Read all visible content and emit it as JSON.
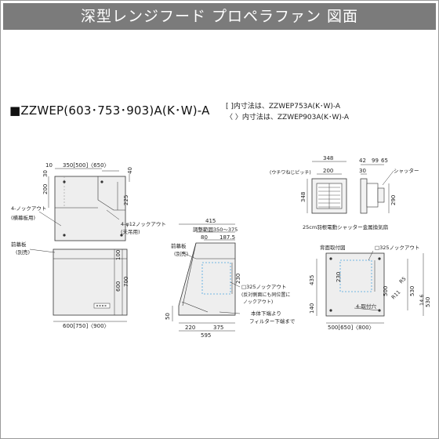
{
  "header": {
    "title": "深型レンジフード プロペラファン 図面"
  },
  "model": {
    "title": "■ZZWEP(603･753･903)A(K･W)-A",
    "note_bracket": "[ ]内寸法は、ZZWEP753A(K･W)-A",
    "note_paren": "〈 〉内寸法は、ZZWEP903A(K･W)-A"
  },
  "top_view": {
    "dims": {
      "d10": "10",
      "d350": "350[500]〈650〉",
      "d40": "40",
      "d200": "200",
      "d30": "30",
      "d225": "225"
    },
    "labels": {
      "knockout4": "4-ノックアウト",
      "knockout4_sub": "(横幕板用)",
      "knockout12": "4-φ12ノックアウト",
      "knockout12_sub": "(天吊用)"
    }
  },
  "front_view": {
    "dims": {
      "d100": "100",
      "d600": "600",
      "d700": "700",
      "width": "600[750]〈900〉"
    },
    "labels": {
      "maku": "前幕板",
      "maku_sub": "(別売)"
    }
  },
  "side_view": {
    "dims": {
      "d415": "415",
      "range": "調整範囲350〜375",
      "d80": "80",
      "d1875": "187.5",
      "d230": "230",
      "d50": "50",
      "d220": "220",
      "d375": "375",
      "d595": "595"
    },
    "labels": {
      "maku": "前幕板",
      "maku_sub": "(別売)",
      "ko325": "□325ノックアウト",
      "ko325_sub1": "(反対側面にも同位置に",
      "ko325_sub2": "ノックアウト)",
      "filter1": "本体下端より",
      "filter2": "フィルター下端まで"
    }
  },
  "fan_view": {
    "dims": {
      "d348w": "348",
      "d200": "200",
      "d348h": "348"
    },
    "labels": {
      "pitch": "(ウチワねじピッチ)",
      "caption": "25cm羽根電動シャッター金属換気扇"
    }
  },
  "shutter_view": {
    "dims": {
      "d42": "42",
      "d99": "99",
      "d65": "65",
      "d30": "30",
      "d290": "290"
    },
    "labels": {
      "shutter": "シャッター"
    }
  },
  "back_view": {
    "dims": {
      "d435": "435",
      "d140": "140",
      "d230": "230",
      "d500": "500",
      "d530": "530",
      "d530b": "530",
      "d146": "14.6",
      "r5": "R5",
      "r11": "R11",
      "width": "500[650]〈800〉"
    },
    "labels": {
      "title": "背面取付図",
      "ko325": "□325ノックアウト",
      "holes": "4-取付穴"
    }
  }
}
